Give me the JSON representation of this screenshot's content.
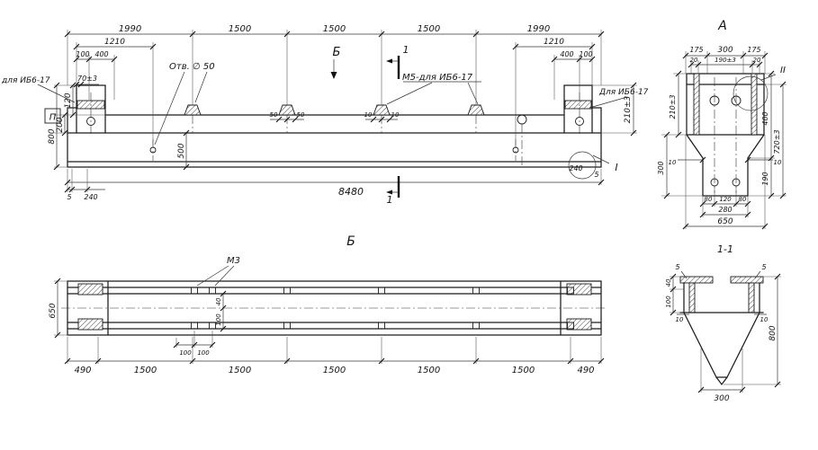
{
  "elevation": {
    "top_dims": [
      "1990",
      "1500",
      "1500",
      "1500",
      "1990"
    ],
    "dim_1210_left": "1210",
    "dim_1210_right": "1210",
    "dim_100_left": "100",
    "dim_400_left": "400",
    "dim_400_right": "400",
    "dim_100_right": "100",
    "dim_70": "70±3",
    "dim_120": "120",
    "dim_200": "200",
    "dim_800": "800",
    "dim_500": "500",
    "dim_50_a": "50",
    "dim_50_b": "50",
    "dim_10_a": "10",
    "dim_10_b": "10",
    "dim_5_left": "5",
    "dim_240_left": "240",
    "dim_240_right": "240",
    "dim_5_right": "5",
    "dim_total": "8480",
    "dim_210": "210±3",
    "label_hole": "Отв. ∅ 50",
    "label_m5": "М5-для ИБ6-17",
    "label_left_part": "для ИБ6-17",
    "label_right_part": "Для ИБ6-17",
    "view_mark": "П",
    "section_b_mark": "Б",
    "section_1_top": "1",
    "section_1_bottom": "1",
    "detail_mark": "I"
  },
  "section_a": {
    "title": "А",
    "dims_top": [
      "175",
      "300",
      "175"
    ],
    "dims_plate": [
      "20",
      "190±3",
      "20"
    ],
    "dim_210": "210±3",
    "dim_300": "300",
    "dim_400": "400",
    "dim_190": "190",
    "dim_720": "720±3",
    "dim_10_left": "10",
    "dim_10_right": "10",
    "dims_bottom": [
      "80",
      "120",
      "80"
    ],
    "dim_280": "280",
    "dim_650": "650",
    "detail_mark": "II"
  },
  "plan_b": {
    "title": "Б",
    "label_m3": "М3",
    "dim_650": "650",
    "dim_40": "40",
    "dim_100_vert": "100",
    "dim_100_a": "100",
    "dim_100_b": "100",
    "bottom_dims": [
      "490",
      "1500",
      "1500",
      "1500",
      "1500",
      "1500",
      "490"
    ]
  },
  "section_1": {
    "title": "1-1",
    "dim_5_left": "5",
    "dim_5_right": "5",
    "dim_40": "40",
    "dim_100": "100",
    "dim_10_left": "10",
    "dim_10_right": "10",
    "dim_800": "800",
    "dim_300": "300"
  }
}
